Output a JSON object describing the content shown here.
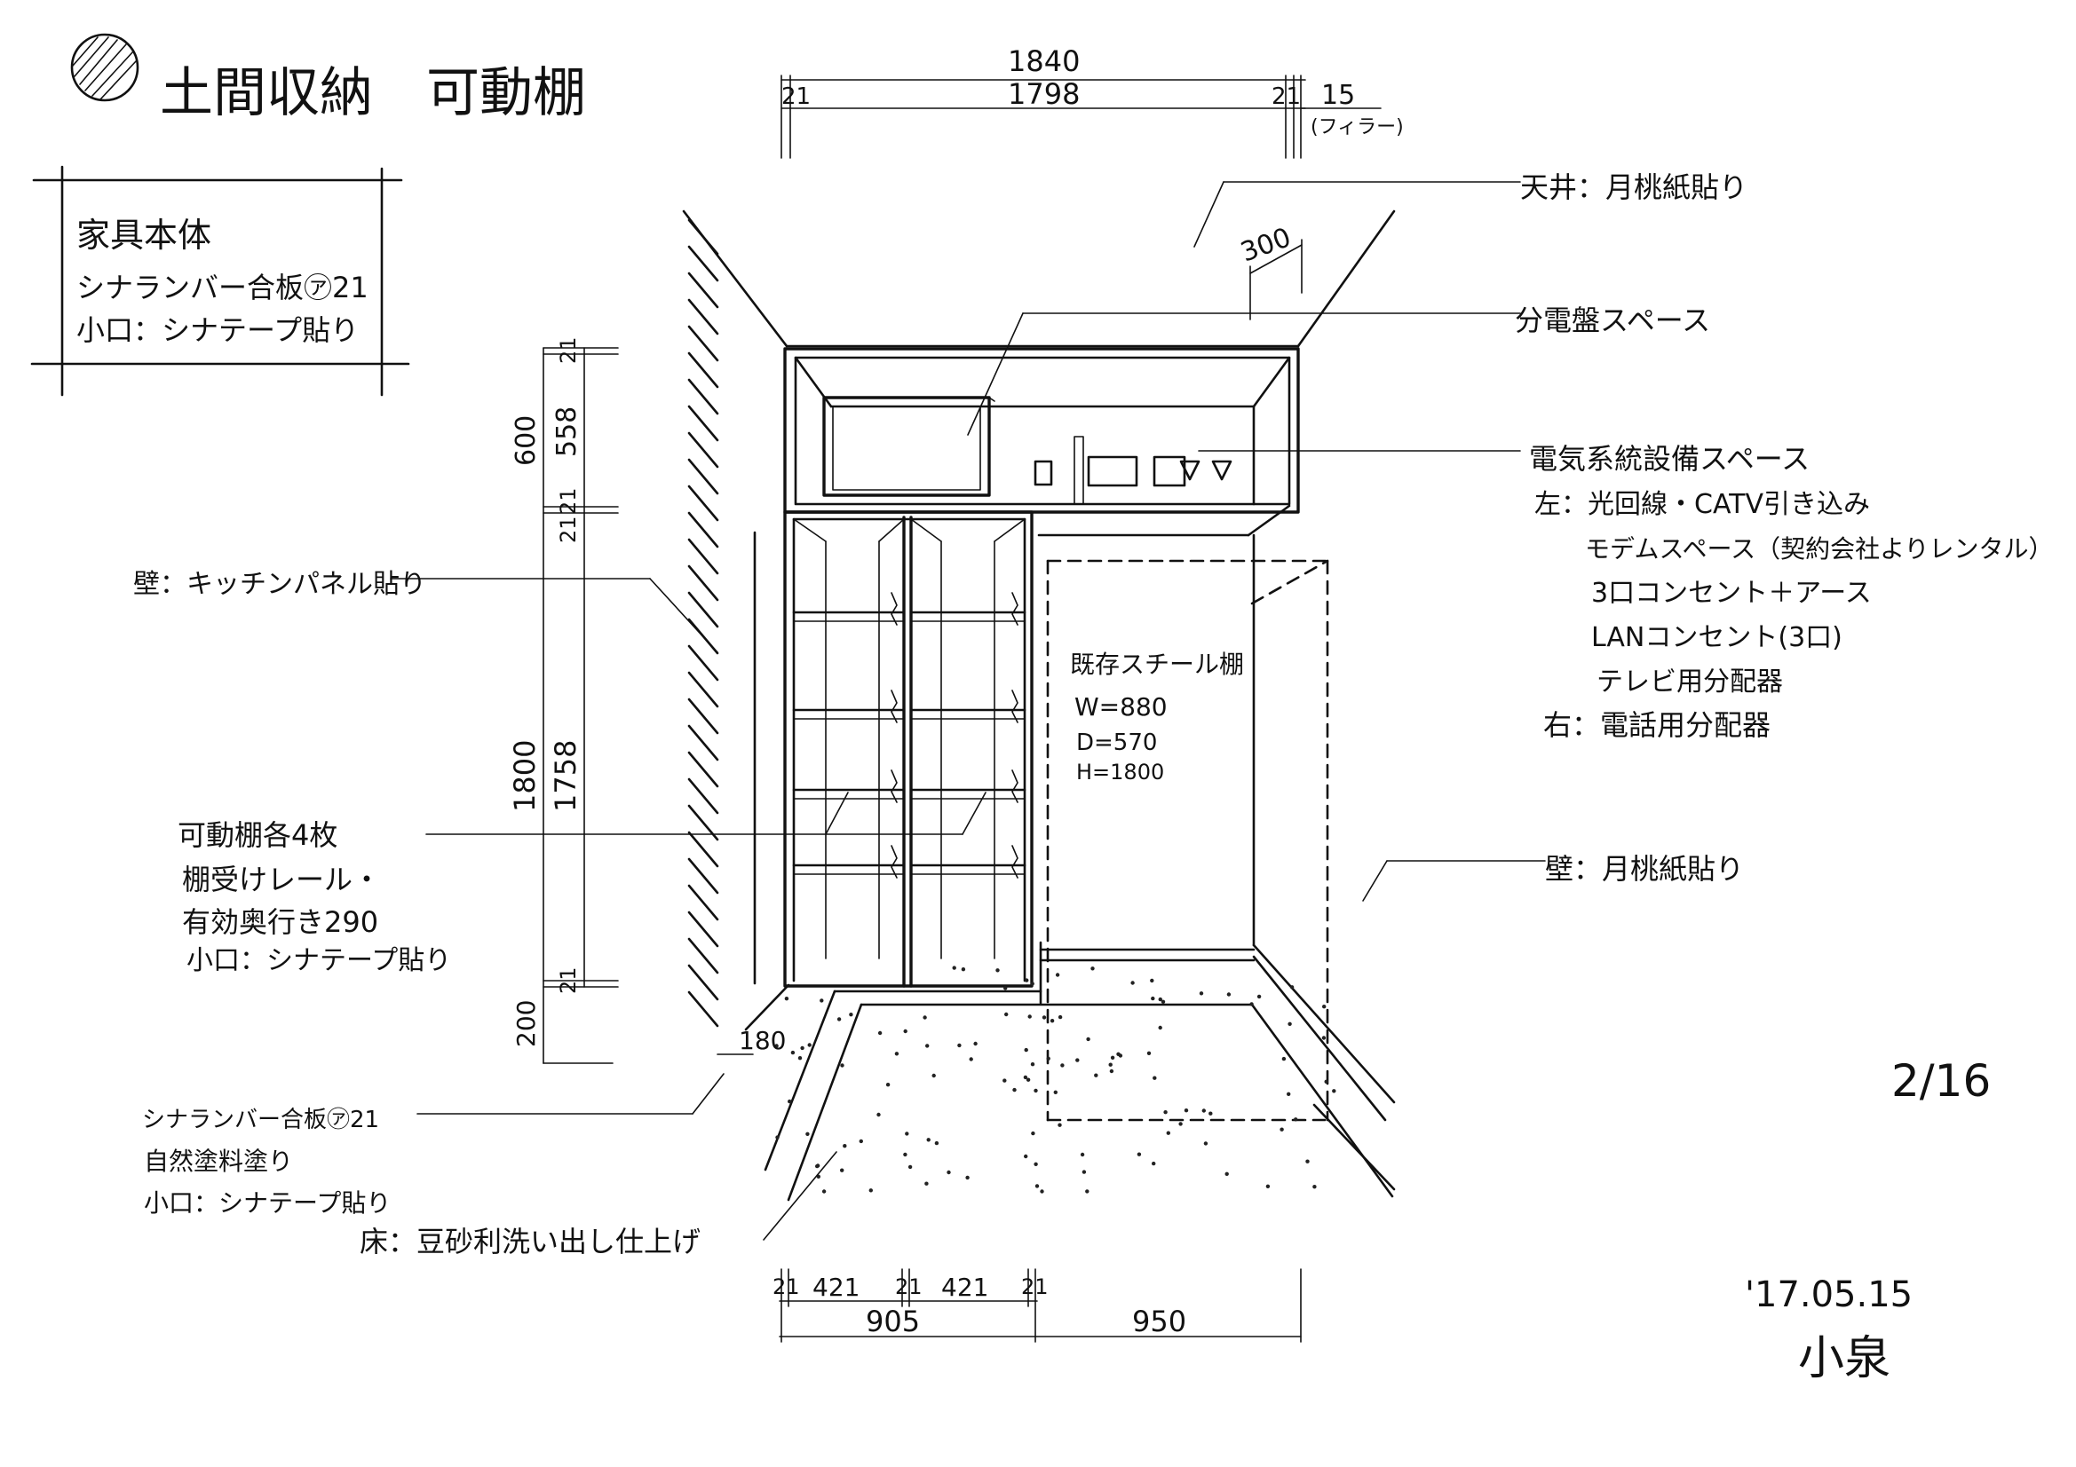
{
  "title": {
    "symbol_icon": "hatched-circle-icon",
    "text": "土間収納　可動棚"
  },
  "spec_box": {
    "heading": "家具本体",
    "line1": "シナランバー合板㋐21",
    "line2": "小口：シナテープ貼り"
  },
  "top_dims": {
    "overall": "1840",
    "inner": "1798",
    "left_side": "21",
    "right_side": "21",
    "filler": "15",
    "filler_note": "(フィラー)"
  },
  "left_dims": {
    "upper_total": "600",
    "upper_inner": "558",
    "top_board": "21",
    "mid_board": "21",
    "mid_board2": "21",
    "main_total": "1800",
    "main_inner": "1758",
    "bottom_board": "21",
    "base": "200"
  },
  "depth_dim": "300",
  "wall_depth_dim": "180",
  "bottom_dims": {
    "a": "21",
    "b": "421",
    "c": "21",
    "d": "421",
    "e": "21",
    "shelf_total": "905",
    "space_width": "950"
  },
  "labels": {
    "ceiling": "天井：月桃紙貼り",
    "panel_space": "分電盤スペース",
    "equipment_space": "電気系統設備スペース",
    "equip_left": "左：光回線・CATV引き込み",
    "equip_modem": "モデムスペース（契約会社よりレンタル）",
    "equip_outlet": "3口コンセント＋アース",
    "equip_lan": "LANコンセント(3口)",
    "equip_tv": "テレビ用分配器",
    "equip_right": "右：電話用分配器",
    "wall_left": "壁：キッチンパネル貼り",
    "shelves_1": "可動棚各4枚",
    "shelves_2": "棚受けレール・",
    "shelves_3": "有効奥行き290",
    "shelves_4": "小口：シナテープ貼り",
    "existing_1": "既存スチール棚",
    "existing_2": "W=880",
    "existing_3": "D=570",
    "existing_4": "H=1800",
    "wall_right": "壁：月桃紙貼り",
    "base_1": "シナランバー合板㋐21",
    "base_2": "自然塗料塗り",
    "base_3": "小口：シナテープ貼り",
    "floor": "床：豆砂利洗い出し仕上げ"
  },
  "page_no": "2/16",
  "date": "'17.05.15",
  "author": "小泉"
}
